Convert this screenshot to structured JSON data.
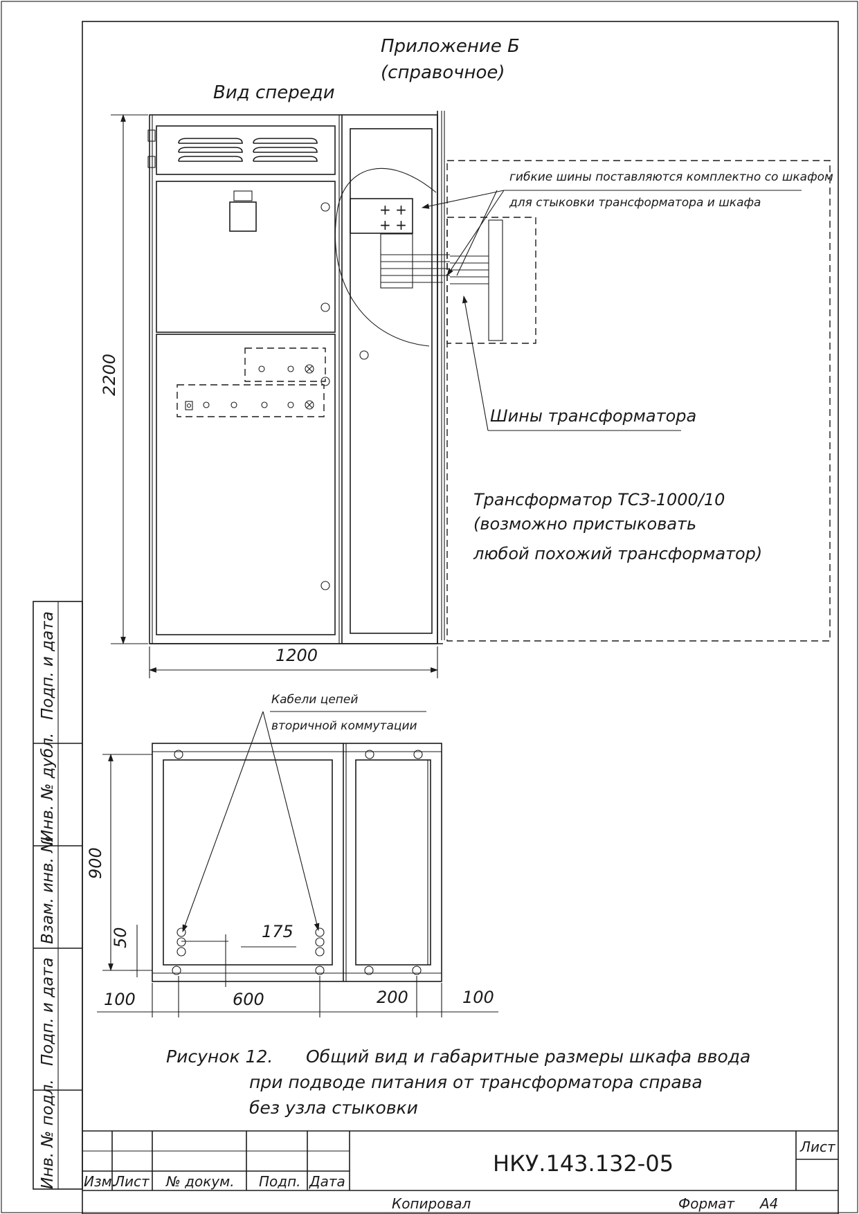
{
  "header": {
    "appendix": "Приложение Б",
    "appendix_type": "(справочное)"
  },
  "front_view": {
    "title": "Вид спереди",
    "dim_height": "2200",
    "dim_width": "1200"
  },
  "notes": {
    "flexible_bus_line1": "гибкие шины поставляются комплектно со шкафом",
    "flexible_bus_line2": "для стыковки трансформатора и шкафа",
    "transformer_bus": "Шины трансформатора",
    "transformer_line1": "Трансформатор ТСЗ-1000/10",
    "transformer_line2": "(возможно пристыковать",
    "transformer_line3": "любой похожий  трансформатор)",
    "cables_line1": "Кабели цепей",
    "cables_line2": "вторичной коммутации"
  },
  "plan_view": {
    "dim_depth": "900",
    "dim_50": "50",
    "dim_175": "175",
    "dim_100_left": "100",
    "dim_600": "600",
    "dim_200": "200",
    "dim_100_right": "100"
  },
  "caption": {
    "line1": "Рисунок 12.      Общий вид и габаритные размеры шкафа ввода",
    "line2": "при подводе питания от трансформатора справа",
    "line3": "без узла стыковки"
  },
  "side_strip": {
    "field1": "Подп. и дата",
    "field2": "Инв. № дубл.",
    "field3": "Взам. инв. №",
    "field4": "Подп. и дата",
    "field5": "Инв. № подл."
  },
  "title_block": {
    "col_izm": "Изм.",
    "col_list": "Лист",
    "col_doc": "№ докум.",
    "col_podp": "Подп.",
    "col_date": "Дата",
    "doc_number": "НКУ.143.132-05",
    "sheet_label": "Лист"
  },
  "footer": {
    "copied": "Копировал",
    "format_label": "Формат",
    "format_value": "А4"
  }
}
